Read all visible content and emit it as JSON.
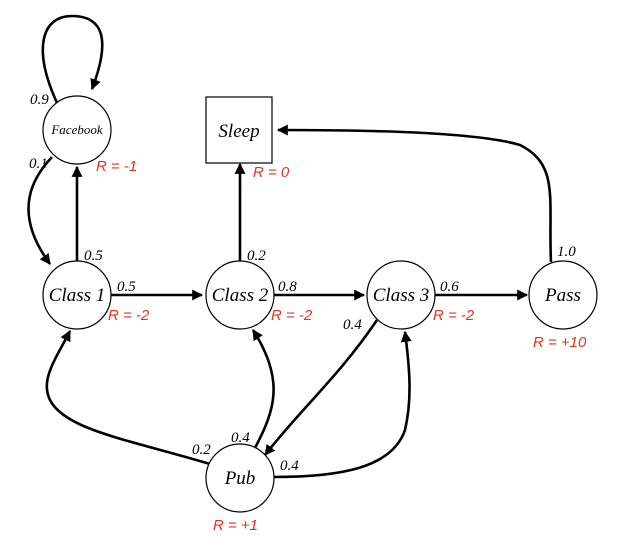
{
  "colors": {
    "reward": "#e0331b",
    "stroke": "#000000"
  },
  "nodes": {
    "facebook": {
      "label": "Facebook",
      "reward": "R = -1"
    },
    "sleep": {
      "label": "Sleep",
      "reward": "R = 0"
    },
    "class1": {
      "label": "Class 1",
      "reward": "R = -2"
    },
    "class2": {
      "label": "Class 2",
      "reward": "R = -2"
    },
    "class3": {
      "label": "Class 3",
      "reward": "R = -2"
    },
    "pass": {
      "label": "Pass",
      "reward": "R = +10"
    },
    "pub": {
      "label": "Pub",
      "reward": "R = +1"
    }
  },
  "edges": {
    "facebook_facebook": "0.9",
    "facebook_class1": "0.1",
    "class1_facebook": "0.5",
    "class1_class2": "0.5",
    "class2_sleep": "0.2",
    "class2_class3": "0.8",
    "class3_pass": "0.6",
    "class3_pub": "0.4",
    "pass_sleep": "1.0",
    "pub_class1": "0.2",
    "pub_class2": "0.4",
    "pub_class3": "0.4"
  }
}
